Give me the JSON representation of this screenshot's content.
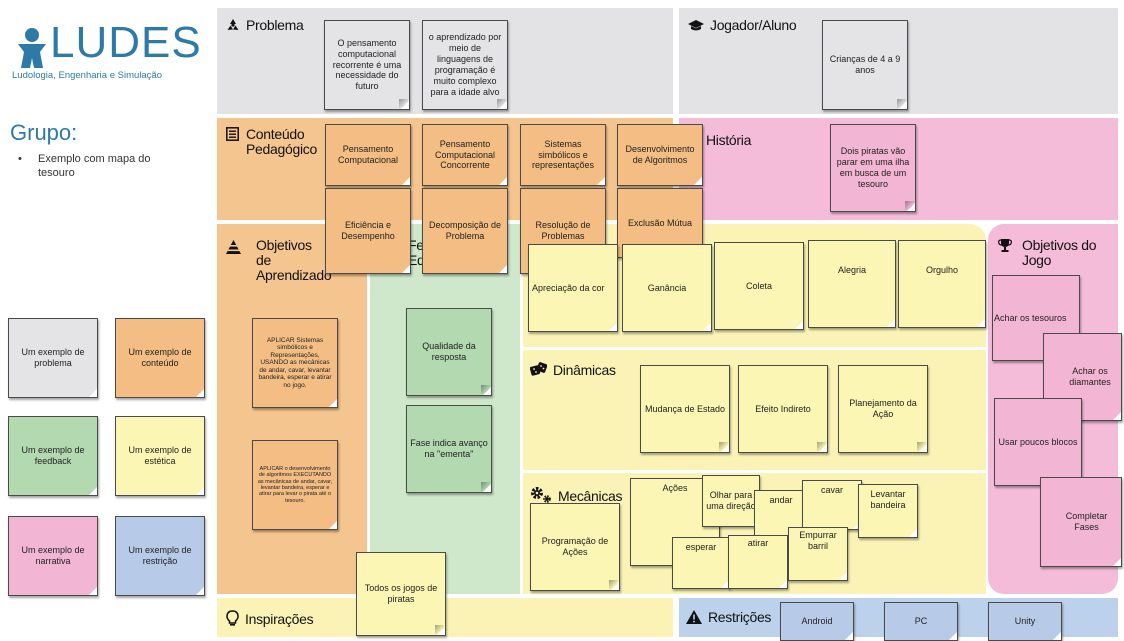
{
  "brand": {
    "name": "LUDES",
    "tagline": "Ludologia, Engenharia e Simulação",
    "color": "#2d7aa8"
  },
  "group": {
    "title": "Grupo:",
    "bullet": "Exemplo com mapa do tesouro"
  },
  "legend": [
    {
      "label": "Um exemplo de problema",
      "color": "gray"
    },
    {
      "label": "Um exemplo de conteúdo",
      "color": "orange"
    },
    {
      "label": "Um exemplo de feedback",
      "color": "green"
    },
    {
      "label": "Um exemplo de estética",
      "color": "yellow"
    },
    {
      "label": "Um exemplo de narrativa",
      "color": "pink"
    },
    {
      "label": "Um exemplo de restrição",
      "color": "blue"
    }
  ],
  "sections": {
    "problema": "Problema",
    "jogador": "Jogador/Aluno",
    "conteudo": "Conteúdo Pedagógico",
    "historia": "História",
    "objetivos_aprendizado": "Objetivos de Aprendizado",
    "feedback": "Fe Ed",
    "objetivos_jogo": "Objetivos do Jogo",
    "dinamicas": "Dinâmicas",
    "mecanicas": "Mecânicas",
    "inspiracoes": "Inspirações",
    "restricoes": "Restrições"
  },
  "notes": {
    "problema": [
      "O pensamento computacional recorrente é uma necessidade do futuro",
      "o aprendizado por meio de linguagens de programação é muito complexo para a idade alvo"
    ],
    "jogador": [
      "Crianças de 4 a 9 anos"
    ],
    "conteudo": [
      "Pensamento Computacional",
      "Pensamento Computacional Concorrente",
      "Sistemas simbólicos e representações",
      "Desenvolvimento de Algoritmos",
      "Eficiência e Desempenho",
      "Decomposição de Problema",
      "Resolução de Problemas",
      "Exclusão Mútua"
    ],
    "historia": [
      "Dois piratas vão parar em uma ilha em busca de um tesouro"
    ],
    "objetivos_aprendizado": [
      "APLICAR Sistemas simbólicos e Representações, USANDO as mecânicas de andar, cavar, levantar bandeira, esperar e atirar no jogo.",
      "APLICAR o desenvolvimento de algoritmos EXECUTANDO as mecânicas de andar, cavar, levantar bandeira, esperar e atirar para levar o pirata até o tesouro."
    ],
    "feedback": [
      "Qualidade da resposta",
      "Fase indica avanço na \"ementa\""
    ],
    "estetica": [
      "Apreciação da cor",
      "Ganância",
      "Coleta",
      "Alegria",
      "Orgulho"
    ],
    "objetivos_jogo": [
      "Achar os tesouros",
      "Achar os diamantes",
      "Usar poucos blocos",
      "Completar Fases"
    ],
    "dinamicas": [
      "Mudança de Estado",
      "Efeito Indireto",
      "Planejamento da Ação"
    ],
    "mecanicas": [
      "Programação de Ações",
      "Ações",
      "Olhar para uma direção",
      "andar",
      "cavar",
      "Levantar bandeira",
      "esperar",
      "atirar",
      "Empurrar barril"
    ],
    "inspiracoes": [
      "Todos os jogos de piratas"
    ],
    "restricoes": [
      "Android",
      "PC",
      "Unity"
    ]
  }
}
